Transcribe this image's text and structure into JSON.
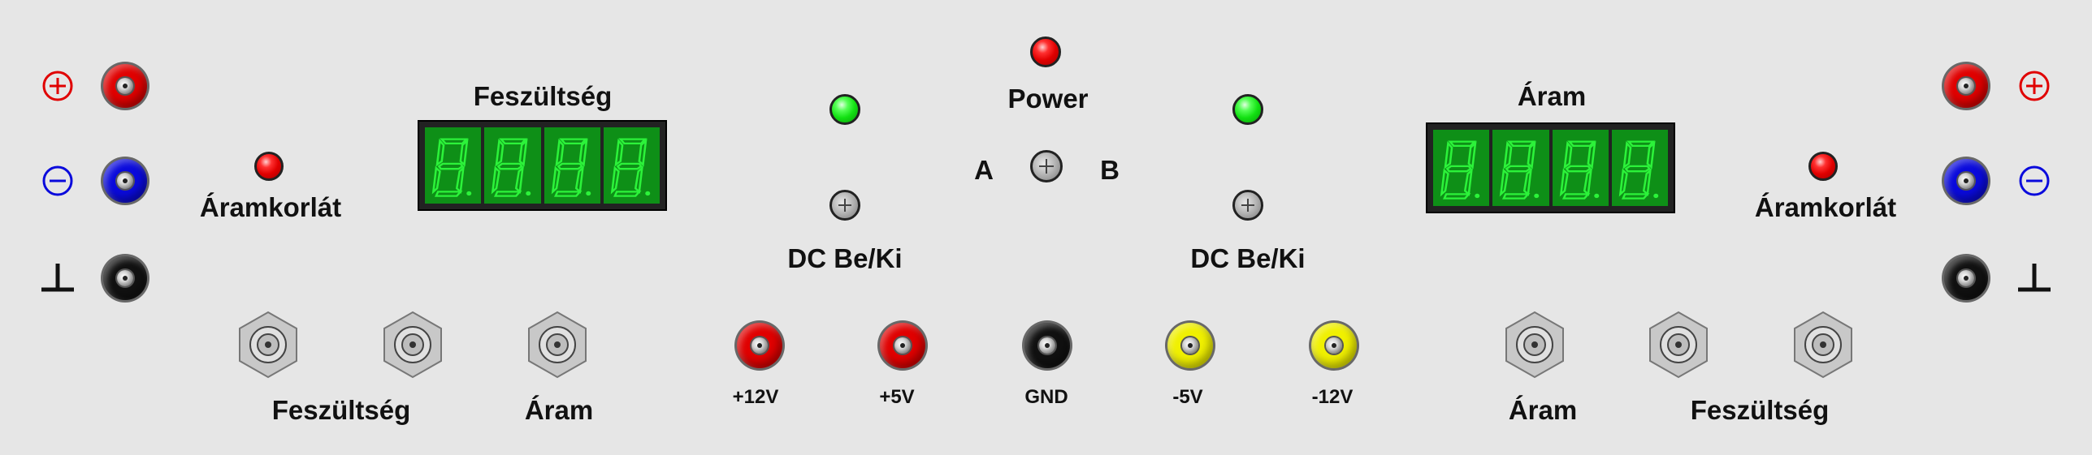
{
  "labels": {
    "voltage_title": "Feszültség",
    "current_title": "Áram",
    "power": "Power",
    "a": "A",
    "b": "B",
    "dc_left": "DC Be/Ki",
    "dc_right": "DC Be/Ki",
    "current_limit_left": "Áramkorlát",
    "current_limit_right": "Áramkorlát",
    "bnc_voltage_left": "Feszültség",
    "bnc_current_left": "Áram",
    "bnc_current_right": "Áram",
    "bnc_voltage_right": "Feszültség"
  },
  "fixed_outputs": [
    {
      "label": "+12V",
      "color": "#e00000"
    },
    {
      "label": "+5V",
      "color": "#e00000"
    },
    {
      "label": "GND",
      "color": "#111111"
    },
    {
      "label": "-5V",
      "color": "#f0f000"
    },
    {
      "label": "-12V",
      "color": "#f0f000"
    }
  ],
  "colors": {
    "positive": "#e00000",
    "negative": "#0a0adc",
    "ground": "#111111",
    "display_segment": "#2cf23a",
    "display_background": "#0e8f17"
  },
  "icons": {
    "plus": "plus-circle-icon",
    "minus": "minus-circle-icon",
    "ground": "ground-symbol-icon"
  }
}
